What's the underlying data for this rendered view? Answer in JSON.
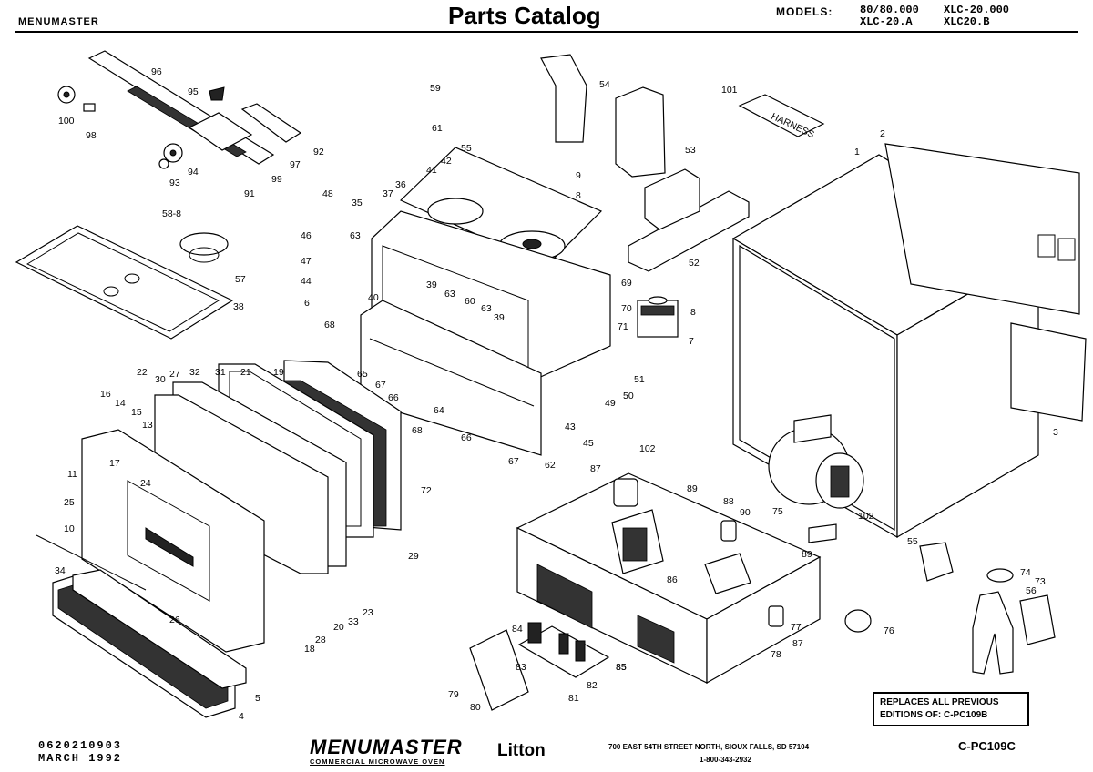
{
  "header": {
    "brand": "MENUMASTER",
    "title": "Parts Catalog",
    "models_label": "MODELS:",
    "models": [
      "80/80.000",
      "XLC-20.000",
      "XLC-20.A",
      "XLC20.B"
    ]
  },
  "callouts": [
    "100",
    "98",
    "96",
    "95",
    "92",
    "97",
    "94",
    "93",
    "91",
    "99",
    "59",
    "61",
    "54",
    "101",
    "1",
    "2",
    "42",
    "41",
    "55",
    "9",
    "8",
    "53",
    "35",
    "37",
    "36",
    "48",
    "46",
    "47",
    "63",
    "58-8",
    "57",
    "38",
    "44",
    "39",
    "60",
    "63",
    "63",
    "40",
    "52",
    "69",
    "70",
    "71",
    "8",
    "7",
    "6",
    "39",
    "68",
    "65",
    "67",
    "66",
    "64",
    "66",
    "67",
    "62",
    "43",
    "49",
    "51",
    "50",
    "45",
    "22",
    "30",
    "27",
    "32",
    "31",
    "21",
    "19",
    "16",
    "14",
    "15",
    "13",
    "17",
    "24",
    "11",
    "25",
    "10",
    "26",
    "34",
    "72",
    "29",
    "23",
    "20",
    "33",
    "28",
    "18",
    "5",
    "4",
    "68",
    "102",
    "89",
    "87",
    "88",
    "90",
    "75",
    "102",
    "89",
    "55",
    "74",
    "73",
    "56",
    "86",
    "77",
    "76",
    "87",
    "78",
    "85",
    "84",
    "83",
    "82",
    "81",
    "85",
    "79",
    "80",
    "3"
  ],
  "replaces_box": {
    "line1": "REPLACES ALL PREVIOUS",
    "line2": "EDITIONS OF:  C-PC109B"
  },
  "footer": {
    "code": "0620210903",
    "date": "MARCH 1992",
    "logo": "MENUMASTER",
    "tagline": "COMMERCIAL MICROWAVE OVEN",
    "litton": "Litton",
    "address": "700 EAST 54TH STREET NORTH, SIOUX FALLS, SD 57104",
    "phone": "1-800-343-2932",
    "doc": "C-PC109C"
  },
  "icons": {
    "harness_label": "HARNESS"
  }
}
